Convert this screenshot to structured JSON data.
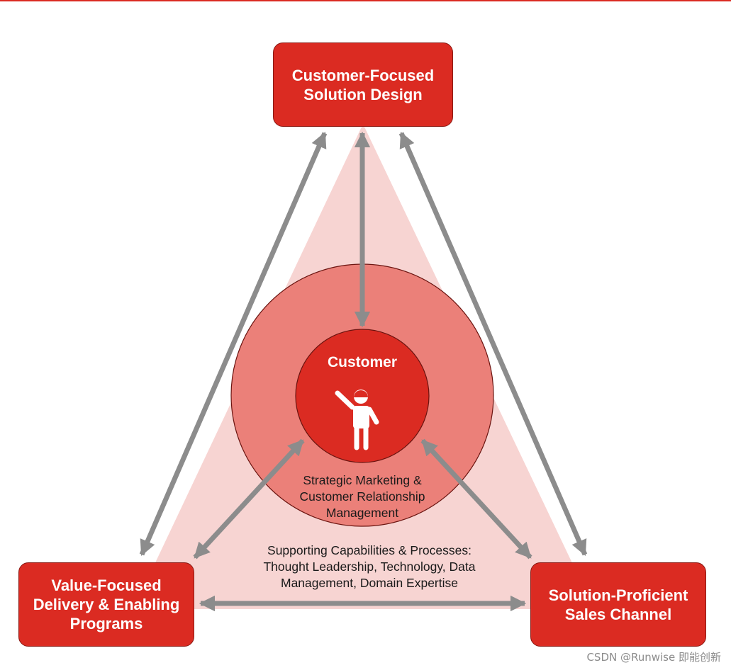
{
  "colors": {
    "accent": "#db2b22",
    "triangle_fill": "#f7d4d2",
    "outer_circle_fill": "#eb8079",
    "arrow": "#8c8c8c"
  },
  "nodes": {
    "top": "Customer-Focused\nSolution Design",
    "left": "Value-Focused\nDelivery & Enabling\nPrograms",
    "right": "Solution-Proficient\nSales Channel"
  },
  "center": {
    "title": "Customer",
    "icon": "person-waving-icon",
    "ring_caption": "Strategic Marketing &\nCustomer Relationship\nManagement"
  },
  "support_caption": "Supporting Capabilities & Processes:\nThought Leadership, Technology, Data\nManagement, Domain Expertise",
  "watermark": "CSDN @Runwise 即能创新"
}
